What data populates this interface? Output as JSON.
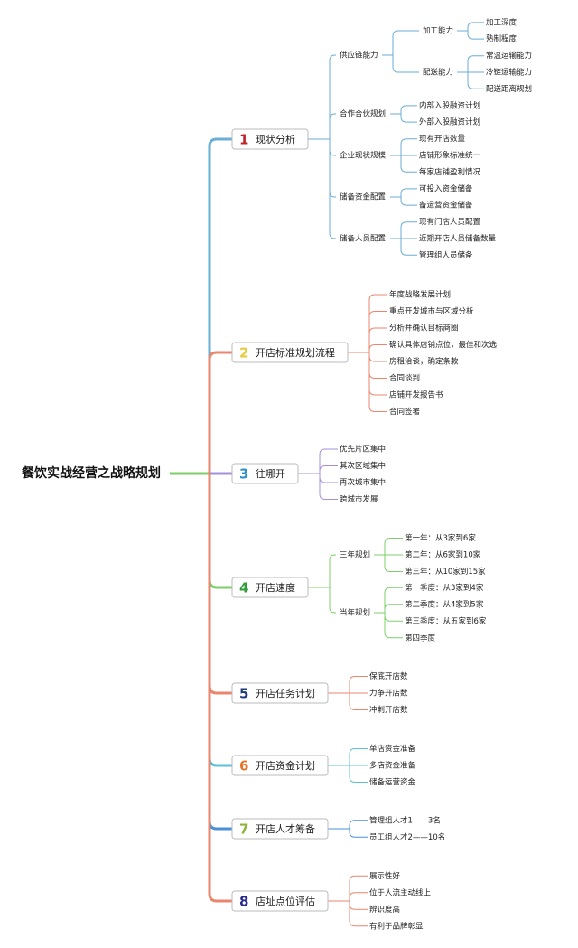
{
  "root": {
    "label": "餐饮实战经营之战略规划"
  },
  "categories": [
    {
      "num": "1",
      "label": "现状分析",
      "color": "#6baed6",
      "numColor": "#c0242b",
      "children": [
        {
          "label": "供应链能力",
          "children": [
            {
              "label": "加工能力",
              "children": [
                "加工深度",
                "熟制程度"
              ]
            },
            {
              "label": "配送能力",
              "children": [
                "常温运输能力",
                "冷链运输能力",
                "配送距离规划"
              ]
            }
          ]
        },
        {
          "label": "合作合伙规划",
          "children": [
            "内部入股融资计划",
            "外部入股融资计划"
          ]
        },
        {
          "label": "企业现状规模",
          "children": [
            "现有开店数量",
            "店铺形象标准统一",
            "每家店铺盈利情况"
          ]
        },
        {
          "label": "储备资金配置",
          "children": [
            "可投入资金储备",
            "备运营资金储备"
          ]
        },
        {
          "label": "储备人员配置",
          "children": [
            "现有门店人员配置",
            "近期开店人员储备数量",
            "管理组人员储备"
          ]
        }
      ]
    },
    {
      "num": "2",
      "label": "开店标准规划流程",
      "color": "#e9866c",
      "numColor": "#e8c93a",
      "children": [
        "年度战略发展计划",
        "重点开发城市与区域分析",
        "分析并确认目标商圈",
        "确认具体店铺点位，最佳和次选",
        "房租洽谈，确定条款",
        "合同谈判",
        "店铺开发报告书",
        "合同签署"
      ]
    },
    {
      "num": "3",
      "label": "往哪开",
      "color": "#a58fdb",
      "numColor": "#2a8ec9",
      "children": [
        "优先片区集中",
        "其次区域集中",
        "再次城市集中",
        "跨城市发展"
      ]
    },
    {
      "num": "4",
      "label": "开店速度",
      "color": "#7ccf6a",
      "numColor": "#2e9e3a",
      "children": [
        {
          "label": "三年规划",
          "children": [
            "第一年：从3家到6家",
            "第二年：从6家到10家",
            "第三年：从10家到15家"
          ]
        },
        {
          "label": "当年规划",
          "children": [
            "第一季度：从3家到4家",
            "第二季度：从4家到5家",
            "第三季度：从五家到6家",
            "第四季度"
          ]
        }
      ]
    },
    {
      "num": "5",
      "label": "开店任务计划",
      "color": "#e9866c",
      "numColor": "#1f3a7a",
      "children": [
        "保底开店数",
        "力争开店数",
        "冲刺开店数"
      ]
    },
    {
      "num": "6",
      "label": "开店资金计划",
      "color": "#5bc2d6",
      "numColor": "#e8742a",
      "children": [
        "单店资金准备",
        "多店资金准备",
        "储备运营资金"
      ]
    },
    {
      "num": "7",
      "label": "开店人才筹备",
      "color": "#4a90d9",
      "numColor": "#8cb43a",
      "children": [
        "管理组人才1——3名",
        "员工组人才2——10名"
      ]
    },
    {
      "num": "8",
      "label": "店址点位评估",
      "color": "#e9866c",
      "numColor": "#2a2a8c",
      "children": [
        "展示性好",
        "位于人流主动线上",
        "辨识度高",
        "有利于品牌彰显"
      ]
    }
  ]
}
